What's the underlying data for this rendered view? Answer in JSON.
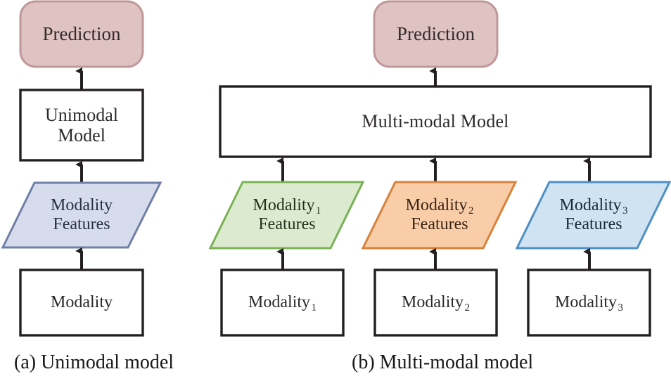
{
  "figure": {
    "kind": "schematic-diagram",
    "background": "#ffffff"
  },
  "panel_a": {
    "caption": "(a) Unimodal model",
    "prediction": {
      "label": "Prediction",
      "shape": "rounded-rectangle",
      "fill": "#dfc2c2",
      "stroke": "#c09a9c"
    },
    "model": {
      "label_line1": "Unimodal",
      "label_line2": "Model",
      "shape": "rectangle",
      "fill": "#ffffff",
      "stroke": "#231f20"
    },
    "features": {
      "label_line1": "Modality",
      "label_line2": "Features",
      "shape": "parallelogram",
      "fill": "#d6dcec",
      "stroke": "#6f7fa8"
    },
    "modality": {
      "label": "Modality",
      "shape": "rectangle",
      "fill": "#ffffff",
      "stroke": "#231f20"
    }
  },
  "panel_b": {
    "caption": "(b) Multi-modal model",
    "prediction": {
      "label": "Prediction",
      "shape": "rounded-rectangle",
      "fill": "#dfc2c2",
      "stroke": "#c09a9c"
    },
    "model": {
      "label": "Multi-modal Model",
      "shape": "rectangle",
      "fill": "#ffffff",
      "stroke": "#231f20"
    },
    "branches": [
      {
        "features_word": "Modality",
        "features_sub": "1",
        "features_line2": "Features",
        "features_fill": "#dcebd0",
        "features_stroke": "#79b254",
        "modality_word": "Modality",
        "modality_sub": "1",
        "modality_fill": "#ffffff",
        "modality_stroke": "#231f20"
      },
      {
        "features_word": "Modality",
        "features_sub": "2",
        "features_line2": "Features",
        "features_fill": "#f8cda8",
        "features_stroke": "#d9813a",
        "modality_word": "Modality",
        "modality_sub": "2",
        "modality_fill": "#ffffff",
        "modality_stroke": "#231f20"
      },
      {
        "features_word": "Modality",
        "features_sub": "3",
        "features_line2": "Features",
        "features_fill": "#cfe3f2",
        "features_stroke": "#4e8fc4",
        "modality_word": "Modality",
        "modality_sub": "3",
        "modality_fill": "#ffffff",
        "modality_stroke": "#231f20"
      }
    ]
  },
  "arrows": {
    "color": "#231f20",
    "direction": "upward",
    "count": 10
  }
}
